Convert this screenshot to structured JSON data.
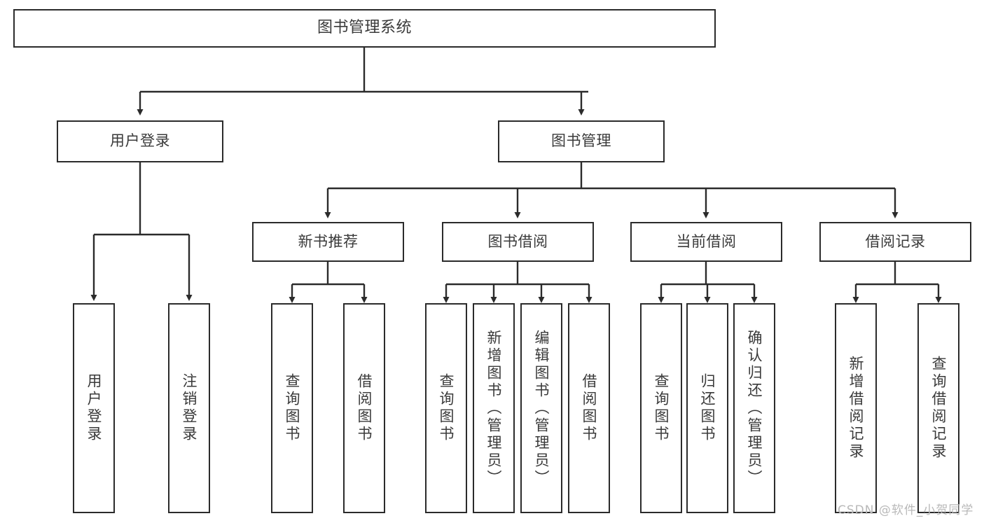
{
  "diagram": {
    "type": "tree-hierarchy-chart",
    "title": "图书管理系统",
    "watermark": "CSDN @软件_小贺同学",
    "colors": {
      "box_border": "#2b2b2b",
      "box_fill": "#ffffff",
      "text": "#3a3a3a",
      "connector": "#2b2b2b",
      "watermark": "#b9b9b9",
      "background": "#ffffff"
    },
    "levels": [
      {
        "level": 1,
        "nodes": [
          {
            "id": "root",
            "label": "图书管理系统",
            "orientation": "horizontal"
          }
        ]
      },
      {
        "level": 2,
        "nodes": [
          {
            "id": "user-login",
            "label": "用户登录",
            "orientation": "horizontal",
            "parent": "root"
          },
          {
            "id": "book-manage",
            "label": "图书管理",
            "orientation": "horizontal",
            "parent": "root"
          }
        ]
      },
      {
        "level": 3,
        "nodes": [
          {
            "id": "new-book-rec",
            "label": "新书推荐",
            "orientation": "horizontal",
            "parent": "book-manage"
          },
          {
            "id": "book-borrow",
            "label": "图书借阅",
            "orientation": "horizontal",
            "parent": "book-manage"
          },
          {
            "id": "current-borrow",
            "label": "当前借阅",
            "orientation": "horizontal",
            "parent": "book-manage"
          },
          {
            "id": "borrow-record",
            "label": "借阅记录",
            "orientation": "horizontal",
            "parent": "book-manage"
          }
        ]
      },
      {
        "level": 4,
        "nodes": [
          {
            "id": "leaf-user-login",
            "label": "用户登录",
            "orientation": "vertical",
            "parent": "user-login"
          },
          {
            "id": "leaf-logout",
            "label": "注销登录",
            "orientation": "vertical",
            "parent": "user-login"
          },
          {
            "id": "leaf-query-book-1",
            "label": "查询图书",
            "orientation": "vertical",
            "parent": "new-book-rec"
          },
          {
            "id": "leaf-borrow-book-1",
            "label": "借阅图书",
            "orientation": "vertical",
            "parent": "new-book-rec"
          },
          {
            "id": "leaf-query-book-2",
            "label": "查询图书",
            "orientation": "vertical",
            "parent": "book-borrow"
          },
          {
            "id": "leaf-add-book",
            "label": "新增图书（管理员）",
            "orientation": "vertical",
            "parent": "book-borrow"
          },
          {
            "id": "leaf-edit-book",
            "label": "编辑图书（管理员）",
            "orientation": "vertical",
            "parent": "book-borrow"
          },
          {
            "id": "leaf-borrow-book-2",
            "label": "借阅图书",
            "orientation": "vertical",
            "parent": "book-borrow"
          },
          {
            "id": "leaf-query-book-3",
            "label": "查询图书",
            "orientation": "vertical",
            "parent": "current-borrow"
          },
          {
            "id": "leaf-return-book",
            "label": "归还图书",
            "orientation": "vertical",
            "parent": "current-borrow"
          },
          {
            "id": "leaf-confirm-return",
            "label": "确认归还（管理员）",
            "orientation": "vertical",
            "parent": "current-borrow"
          },
          {
            "id": "leaf-add-record",
            "label": "新增借阅记录",
            "orientation": "vertical",
            "parent": "borrow-record"
          },
          {
            "id": "leaf-query-record",
            "label": "查询借阅记录",
            "orientation": "vertical",
            "parent": "borrow-record"
          }
        ]
      }
    ]
  }
}
